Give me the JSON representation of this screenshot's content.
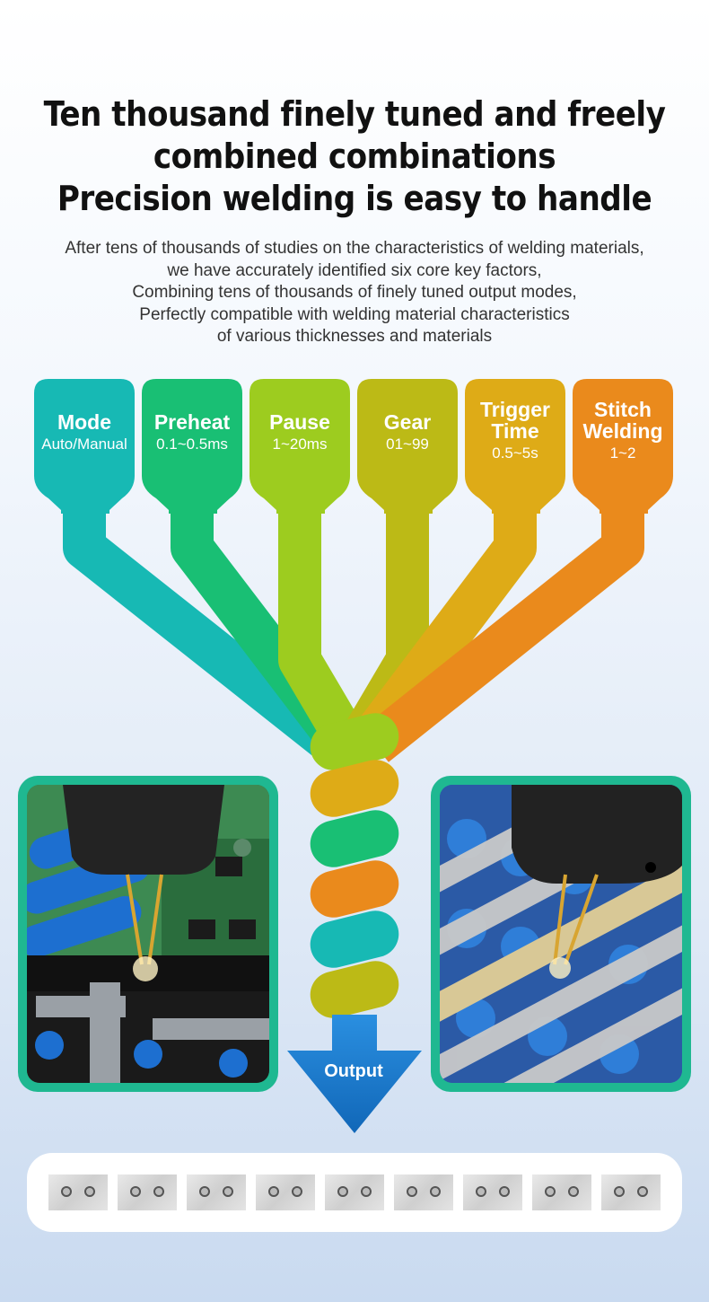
{
  "title": {
    "line1": "Ten thousand finely tuned and freely",
    "line2": "combined combinations",
    "line3": "Precision welding is easy to handle"
  },
  "subtitle": {
    "line1": "After tens of thousands of studies on the characteristics of welding materials,",
    "line2": "we have accurately identified six core key factors,",
    "line3": "Combining tens of thousands of finely tuned output modes,",
    "line4": "Perfectly compatible with welding material characteristics",
    "line5": "of various thicknesses and materials"
  },
  "factors": [
    {
      "name": "Mode",
      "value": "Auto/Manual",
      "color": "#17b9b4"
    },
    {
      "name": "Preheat",
      "value": "0.1~0.5ms",
      "color": "#19bf74"
    },
    {
      "name": "Pause",
      "value": "1~20ms",
      "color": "#9dcc1f"
    },
    {
      "name": "Gear",
      "value": "01~99",
      "color": "#bcba16"
    },
    {
      "name": "Trigger Time",
      "value": "0.5~5s",
      "color": "#deab17"
    },
    {
      "name": "Stitch Welding",
      "value": "1~2",
      "color": "#ea8a1c"
    }
  ],
  "output": {
    "label": "Output"
  },
  "photos": {
    "left": "pcb-welding-photo",
    "right": "battery-strip-welding-photo"
  },
  "colors": {
    "teal": "#17b9b4",
    "green": "#19bf74",
    "lime": "#9dcc1f",
    "olive": "#bcba16",
    "gold": "#deab17",
    "orange": "#ea8a1c",
    "frame": "#1fb891",
    "arrow": "#1e7fd0"
  },
  "samples_count": 9
}
